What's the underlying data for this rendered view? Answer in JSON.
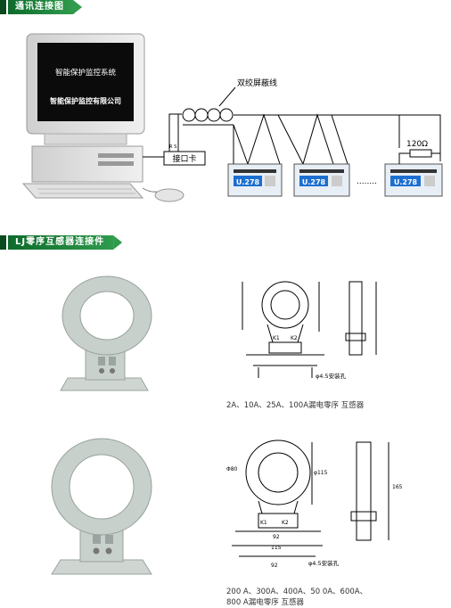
{
  "section1": {
    "title": "通讯连接图"
  },
  "section2": {
    "title": "LJ零序互感器连接件"
  },
  "diagram": {
    "monitor_text": "智能保护监控系统",
    "company_text": "智能保护监控有限公司",
    "cable_label": "双绞屏蔽线",
    "interface_card": "接口卡",
    "resistor_label": "120Ω",
    "dots": "........",
    "device_display": "U.278"
  },
  "ct1": {
    "caption": "2A、10A、25A、100A漏电零序 互感器",
    "hole_label": "φ4.5安装孔",
    "terminal_labels": [
      "K1",
      "K2"
    ]
  },
  "ct2": {
    "caption_line1": "200 A、300A、400A、50 0A、600A、",
    "caption_line2": "800 A漏电零序 互感器",
    "hole_label": "φ4.5安装孔",
    "terminal_labels": [
      "K1",
      "K2"
    ],
    "dim_outer": "φ115",
    "dim_width": "115",
    "dim_bottom": "92",
    "dim_height": "165"
  },
  "colors": {
    "banner": "#1f8a3e",
    "device_screen": "#1c6fd0"
  }
}
